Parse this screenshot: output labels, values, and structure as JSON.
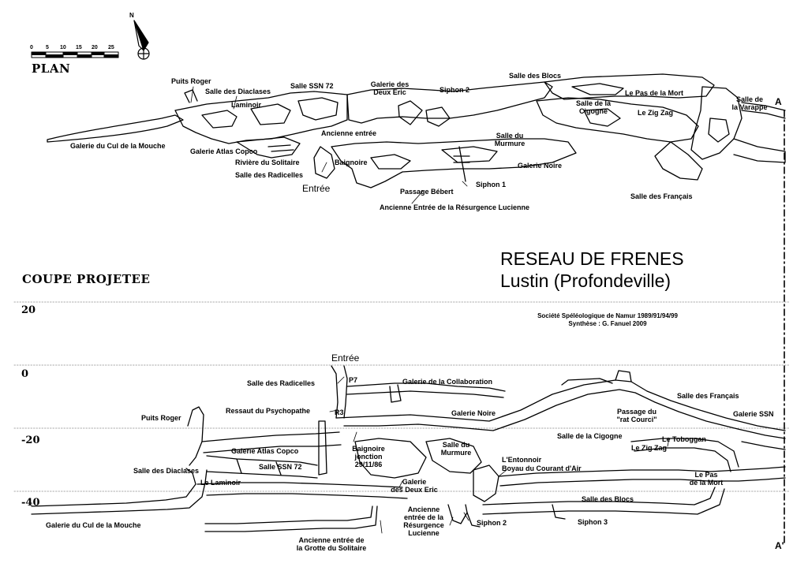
{
  "map": {
    "title_line1": "RESEAU DE FRENES",
    "title_line2": "Lustin  (Profondeville)",
    "credit_line1": "Société Spéléologique de Namur 1989/91/94/99",
    "credit_line2": "Synthèse : G. Fanuel 2009",
    "plan_heading": "PLAN",
    "section_heading": "COUPE PROJETEE",
    "north_letter": "N",
    "section_mark_top": "A",
    "section_mark_bottom": "A'",
    "colors": {
      "ink": "#000000",
      "paper": "#ffffff",
      "gridline": "#aaaaaa"
    }
  },
  "scale_bar": {
    "ticks": [
      "0",
      "5",
      "10",
      "15",
      "20",
      "25"
    ]
  },
  "depth_axis": {
    "labels": [
      "20",
      "0",
      "-20",
      "-40"
    ]
  },
  "plan_labels": [
    {
      "id": "puits-roger",
      "text": "Puits Roger"
    },
    {
      "id": "salle-diaclases",
      "text": "Salle des Diaclases"
    },
    {
      "id": "salle-ssn72",
      "text": "Salle SSN 72"
    },
    {
      "id": "laminoir",
      "text": "Laminoir"
    },
    {
      "id": "galerie-deux-eric-l1",
      "text": "Galerie des"
    },
    {
      "id": "galerie-deux-eric-l2",
      "text": "Deux Eric"
    },
    {
      "id": "siphon-2",
      "text": "Siphon 2"
    },
    {
      "id": "salle-blocs",
      "text": "Salle des Blocs"
    },
    {
      "id": "pas-de-la-mort",
      "text": "Le Pas de la Mort"
    },
    {
      "id": "salle-varappe-l1",
      "text": "Salle de"
    },
    {
      "id": "salle-varappe-l2",
      "text": "la Varappe"
    },
    {
      "id": "salle-cigogne-l1",
      "text": "Salle de la"
    },
    {
      "id": "salle-cigogne-l2",
      "text": "Cigogne"
    },
    {
      "id": "zig-zag",
      "text": "Le Zig Zag"
    },
    {
      "id": "ancienne-entree",
      "text": "Ancienne entrée"
    },
    {
      "id": "salle-murmure-l1",
      "text": "Salle du"
    },
    {
      "id": "salle-murmure-l2",
      "text": "Murmure"
    },
    {
      "id": "galerie-cul-mouche",
      "text": "Galerie du Cul de la Mouche"
    },
    {
      "id": "galerie-atlas",
      "text": "Galerie Atlas Copco"
    },
    {
      "id": "riviere-solitaire",
      "text": "Rivière du Solitaire"
    },
    {
      "id": "salle-radicelles",
      "text": "Salle des Radicelles"
    },
    {
      "id": "baignoire",
      "text": "Baignoire"
    },
    {
      "id": "galerie-noire",
      "text": "Galerie Noire"
    },
    {
      "id": "siphon-1",
      "text": "Siphon 1"
    },
    {
      "id": "passage-bebert",
      "text": "Passage Bébert"
    },
    {
      "id": "entree",
      "text": "Entrée"
    },
    {
      "id": "ancienne-entree-resurgence",
      "text": "Ancienne Entrée de la Résurgence Lucienne"
    },
    {
      "id": "salle-francais",
      "text": "Salle des Français"
    }
  ],
  "section_labels": [
    {
      "id": "entree",
      "text": "Entrée"
    },
    {
      "id": "salle-radicelles",
      "text": "Salle des Radicelles"
    },
    {
      "id": "p7",
      "text": "P7"
    },
    {
      "id": "galerie-collaboration",
      "text": "Galerie de la Collaboration"
    },
    {
      "id": "salle-francais",
      "text": "Salle des Français"
    },
    {
      "id": "ressaut-psychopathe",
      "text": "Ressaut du Psychopathe"
    },
    {
      "id": "r3",
      "text": "R3"
    },
    {
      "id": "galerie-noire",
      "text": "Galerie Noire"
    },
    {
      "id": "passage-rat-l1",
      "text": "Passage du"
    },
    {
      "id": "passage-rat-l2",
      "text": "\"rat Courci\""
    },
    {
      "id": "galerie-ssn",
      "text": "Galerie SSN"
    },
    {
      "id": "puits-roger",
      "text": "Puits Roger"
    },
    {
      "id": "salle-cigogne",
      "text": "Salle de la Cigogne"
    },
    {
      "id": "toboggan",
      "text": "Le Toboggan"
    },
    {
      "id": "baignoire-l1",
      "text": "Baignoire"
    },
    {
      "id": "baignoire-l2",
      "text": "jonction"
    },
    {
      "id": "baignoire-l3",
      "text": "29/11/86"
    },
    {
      "id": "salle-murmure-l1",
      "text": "Salle du"
    },
    {
      "id": "salle-murmure-l2",
      "text": "Murmure"
    },
    {
      "id": "zig-zag",
      "text": "Le Zig Zag"
    },
    {
      "id": "galerie-atlas",
      "text": "Galerie Atlas Copco"
    },
    {
      "id": "salle-ssn72",
      "text": "Salle SSN 72"
    },
    {
      "id": "entonnoir",
      "text": "L'Entonnoir"
    },
    {
      "id": "boyau-courant",
      "text": "Boyau du Courant d'Air"
    },
    {
      "id": "salle-diaclases",
      "text": "Salle des Diaclases"
    },
    {
      "id": "laminoir",
      "text": "Le Laminoir"
    },
    {
      "id": "galerie-deux-eric-l1",
      "text": "Galerie"
    },
    {
      "id": "galerie-deux-eric-l2",
      "text": "des Deux Eric"
    },
    {
      "id": "pas-mort-l1",
      "text": "Le Pas"
    },
    {
      "id": "pas-mort-l2",
      "text": "de la Mort"
    },
    {
      "id": "salle-blocs",
      "text": "Salle des Blocs"
    },
    {
      "id": "galerie-cul-mouche",
      "text": "Galerie du Cul de la Mouche"
    },
    {
      "id": "ancienne-resurgence-l1",
      "text": "Ancienne"
    },
    {
      "id": "ancienne-resurgence-l2",
      "text": "entrée de la"
    },
    {
      "id": "ancienne-resurgence-l3",
      "text": "Résurgence"
    },
    {
      "id": "ancienne-resurgence-l4",
      "text": "Lucienne"
    },
    {
      "id": "siphon-2",
      "text": "Siphon 2"
    },
    {
      "id": "siphon-3",
      "text": "Siphon 3"
    },
    {
      "id": "ancienne-grotte-l1",
      "text": "Ancienne entrée de"
    },
    {
      "id": "ancienne-grotte-l2",
      "text": "la Grotte du Solitaire"
    }
  ]
}
